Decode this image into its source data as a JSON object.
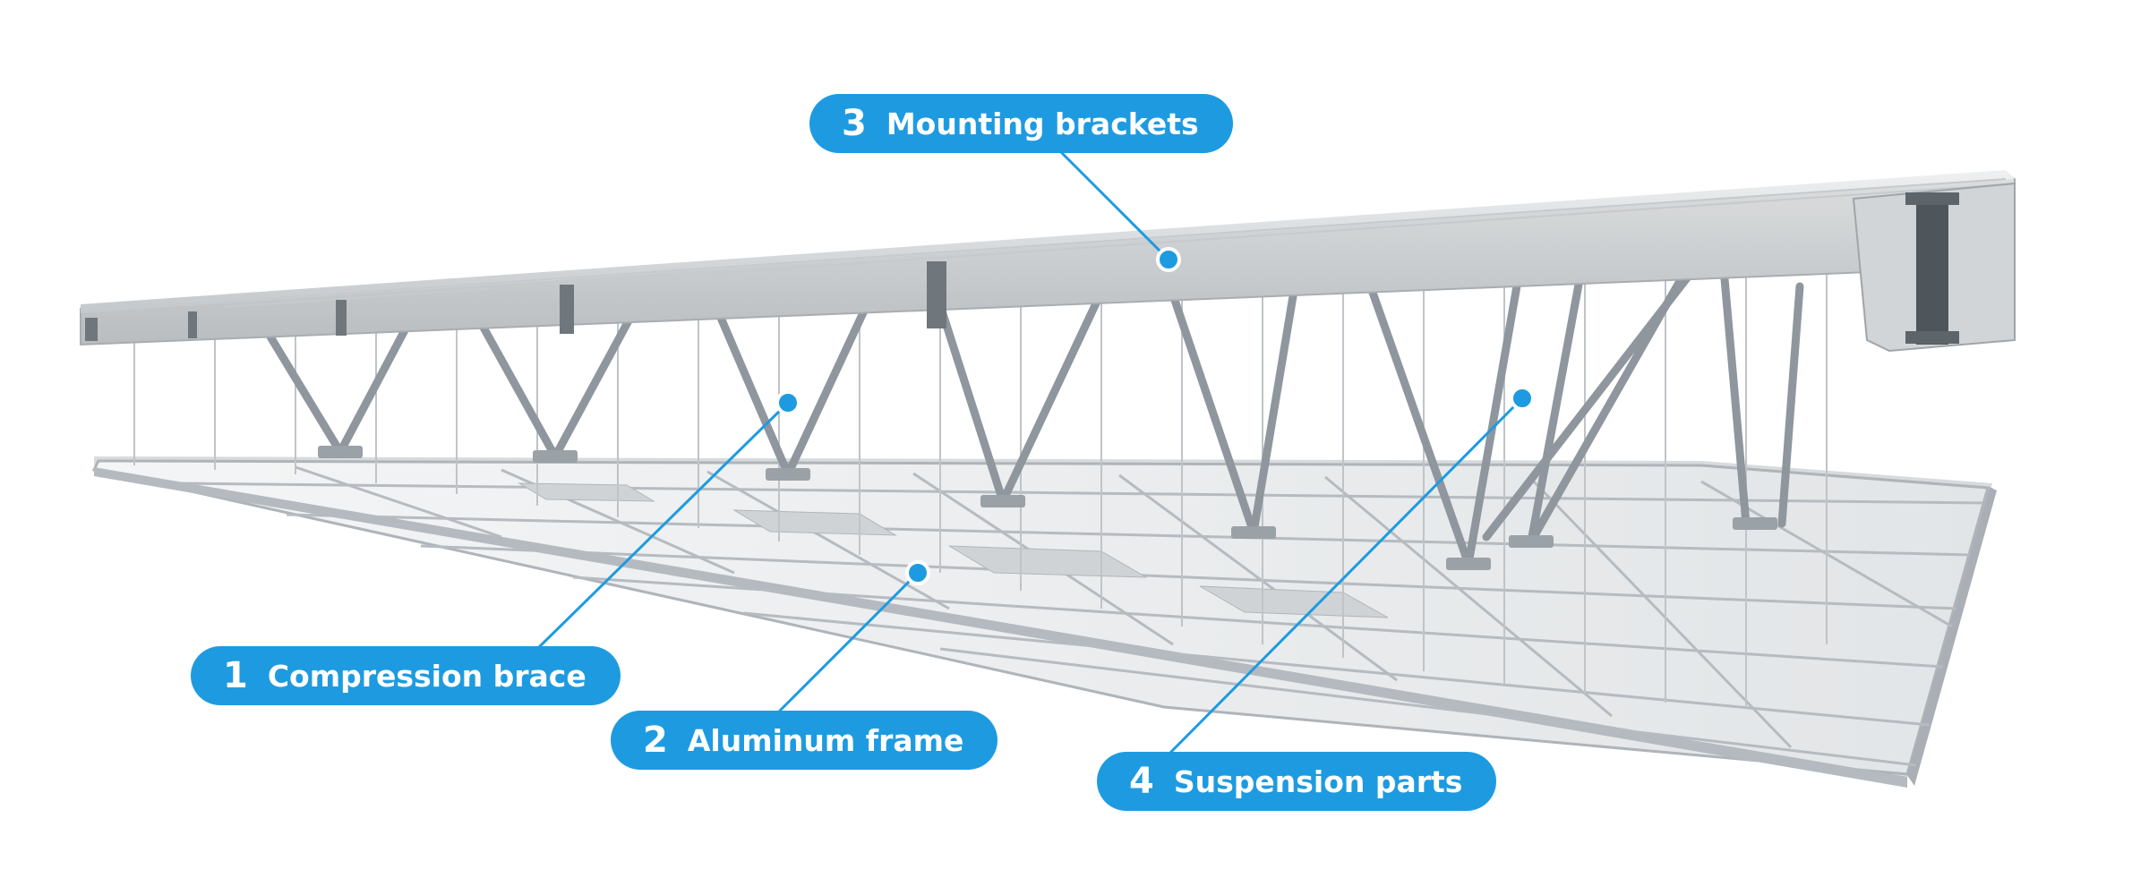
{
  "callouts": [
    {
      "number": "1",
      "label": "Compression brace"
    },
    {
      "number": "2",
      "label": "Aluminum frame"
    },
    {
      "number": "3",
      "label": "Mounting brackets"
    },
    {
      "number": "4",
      "label": "Suspension parts"
    }
  ],
  "colors": {
    "accent": "#1e9be0",
    "frame": "#c9ced3",
    "panel": "#e9ebec",
    "beam": "#d4d6d8",
    "brace": "#8e959c"
  }
}
